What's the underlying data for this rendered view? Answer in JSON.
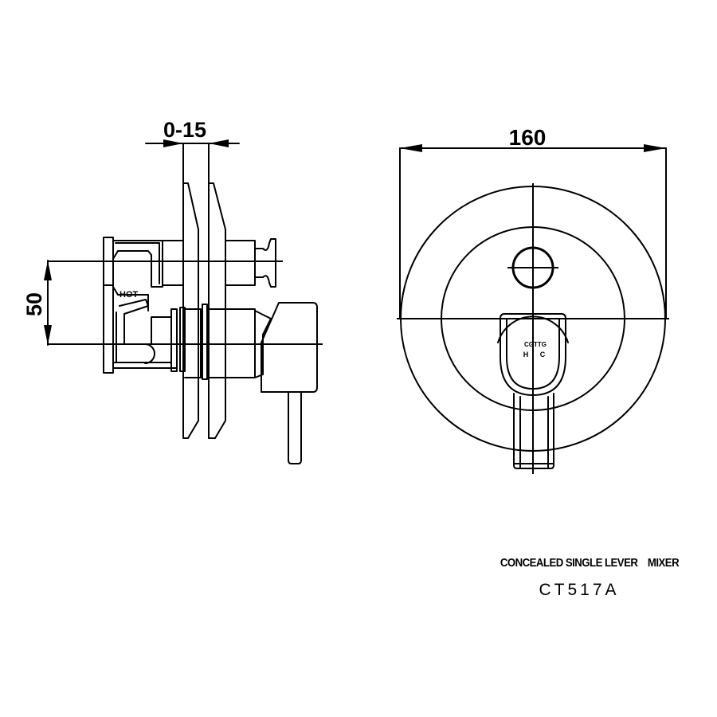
{
  "drawing": {
    "side_view": {
      "dimension_wall_thickness": "0-15",
      "dimension_inlet_spacing": "50",
      "inlet_label": "HOT"
    },
    "front_view": {
      "dimension_plate_diameter": "160",
      "lever_brand": "CGTTG",
      "lever_hot_marker": "H",
      "lever_cold_marker": "C"
    }
  },
  "title_block": {
    "product_name": "CONCEALED SINGLE LEVER    MIXER",
    "model_code": "CT517A"
  }
}
